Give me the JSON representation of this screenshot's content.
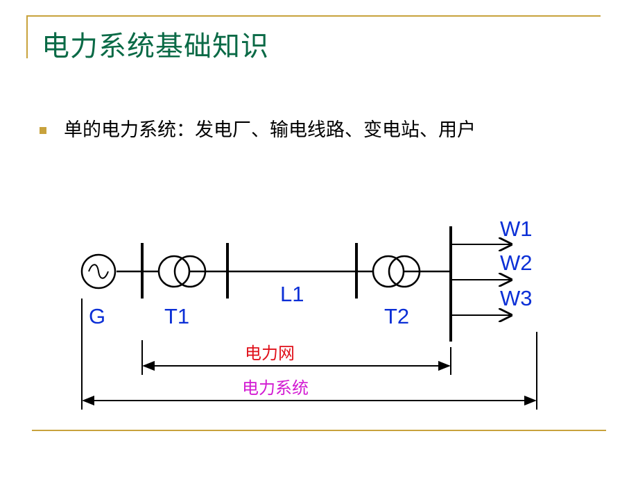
{
  "slide": {
    "title": "电力系统基础知识",
    "bullet": "单的电力系统：发电厂、输电线路、变电站、用户"
  },
  "diagram": {
    "labels": {
      "generator": "G",
      "transformer1": "T1",
      "line": "L1",
      "transformer2": "T2",
      "load1": "W1",
      "load2": "W2",
      "load3": "W3"
    },
    "span_power_grid": "电力网",
    "span_power_system": "电力系统"
  },
  "colors": {
    "title": "#0a6a46",
    "accent_rule": "#c8a23c",
    "label_blue": "#0b2fd6",
    "label_red": "#e0101a",
    "label_magenta": "#d21ad2"
  }
}
